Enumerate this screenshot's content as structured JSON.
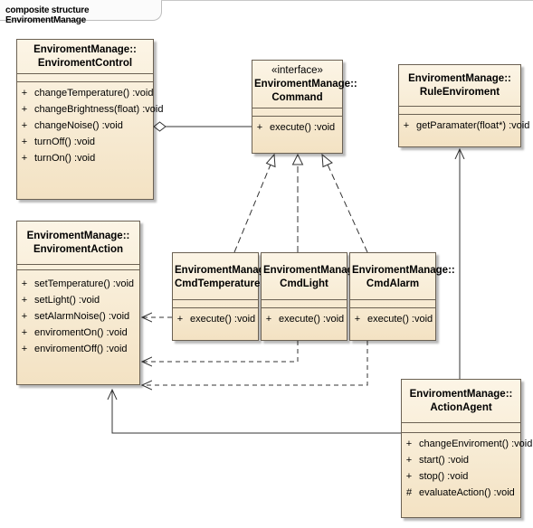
{
  "frame": {
    "title": "composite structure EnviromentManage"
  },
  "classes": {
    "env_control": {
      "ns": "EnviromentManage::",
      "name": "EnviromentControl",
      "ops": [
        {
          "vis": "+",
          "sig": "changeTemperature()  :void"
        },
        {
          "vis": "+",
          "sig": "changeBrightness(float)  :void"
        },
        {
          "vis": "+",
          "sig": "changeNoise()  :void"
        },
        {
          "vis": "+",
          "sig": "turnOff()  :void"
        },
        {
          "vis": "+",
          "sig": "turnOn()  :void"
        }
      ]
    },
    "command": {
      "stereotype": "«interface»",
      "ns": "EnviromentManage::",
      "name": "Command",
      "ops": [
        {
          "vis": "+",
          "sig": "execute()  :void"
        }
      ]
    },
    "rule_env": {
      "ns": "EnviromentManage::",
      "name": "RuleEnviroment",
      "ops": [
        {
          "vis": "+",
          "sig": "getParamater(float*)  :void"
        }
      ]
    },
    "env_action": {
      "ns": "EnviromentManage::",
      "name": "EnviromentAction",
      "ops": [
        {
          "vis": "+",
          "sig": "setTemperature()  :void"
        },
        {
          "vis": "+",
          "sig": "setLight()  :void"
        },
        {
          "vis": "+",
          "sig": "setAlarmNoise()  :void"
        },
        {
          "vis": "+",
          "sig": "enviromentOn()  :void"
        },
        {
          "vis": "+",
          "sig": "enviromentOff()  :void"
        }
      ]
    },
    "cmd_temp": {
      "ns": "EnviromentManage::",
      "name": "CmdTemperature",
      "ops": [
        {
          "vis": "+",
          "sig": "execute()  :void"
        }
      ]
    },
    "cmd_light": {
      "ns": "EnviromentManage::",
      "name": "CmdLight",
      "ops": [
        {
          "vis": "+",
          "sig": "execute()  :void"
        }
      ]
    },
    "cmd_alarm": {
      "ns": "EnviromentManage::",
      "name": "CmdAlarm",
      "ops": [
        {
          "vis": "+",
          "sig": "execute()  :void"
        }
      ]
    },
    "action_agent": {
      "ns": "EnviromentManage::",
      "name": "ActionAgent",
      "ops": [
        {
          "vis": "+",
          "sig": "changeEnviroment()  :void"
        },
        {
          "vis": "+",
          "sig": "start()  :void"
        },
        {
          "vis": "+",
          "sig": "stop()  :void"
        },
        {
          "vis": "#",
          "sig": "evaluateAction()  :void"
        }
      ]
    }
  }
}
